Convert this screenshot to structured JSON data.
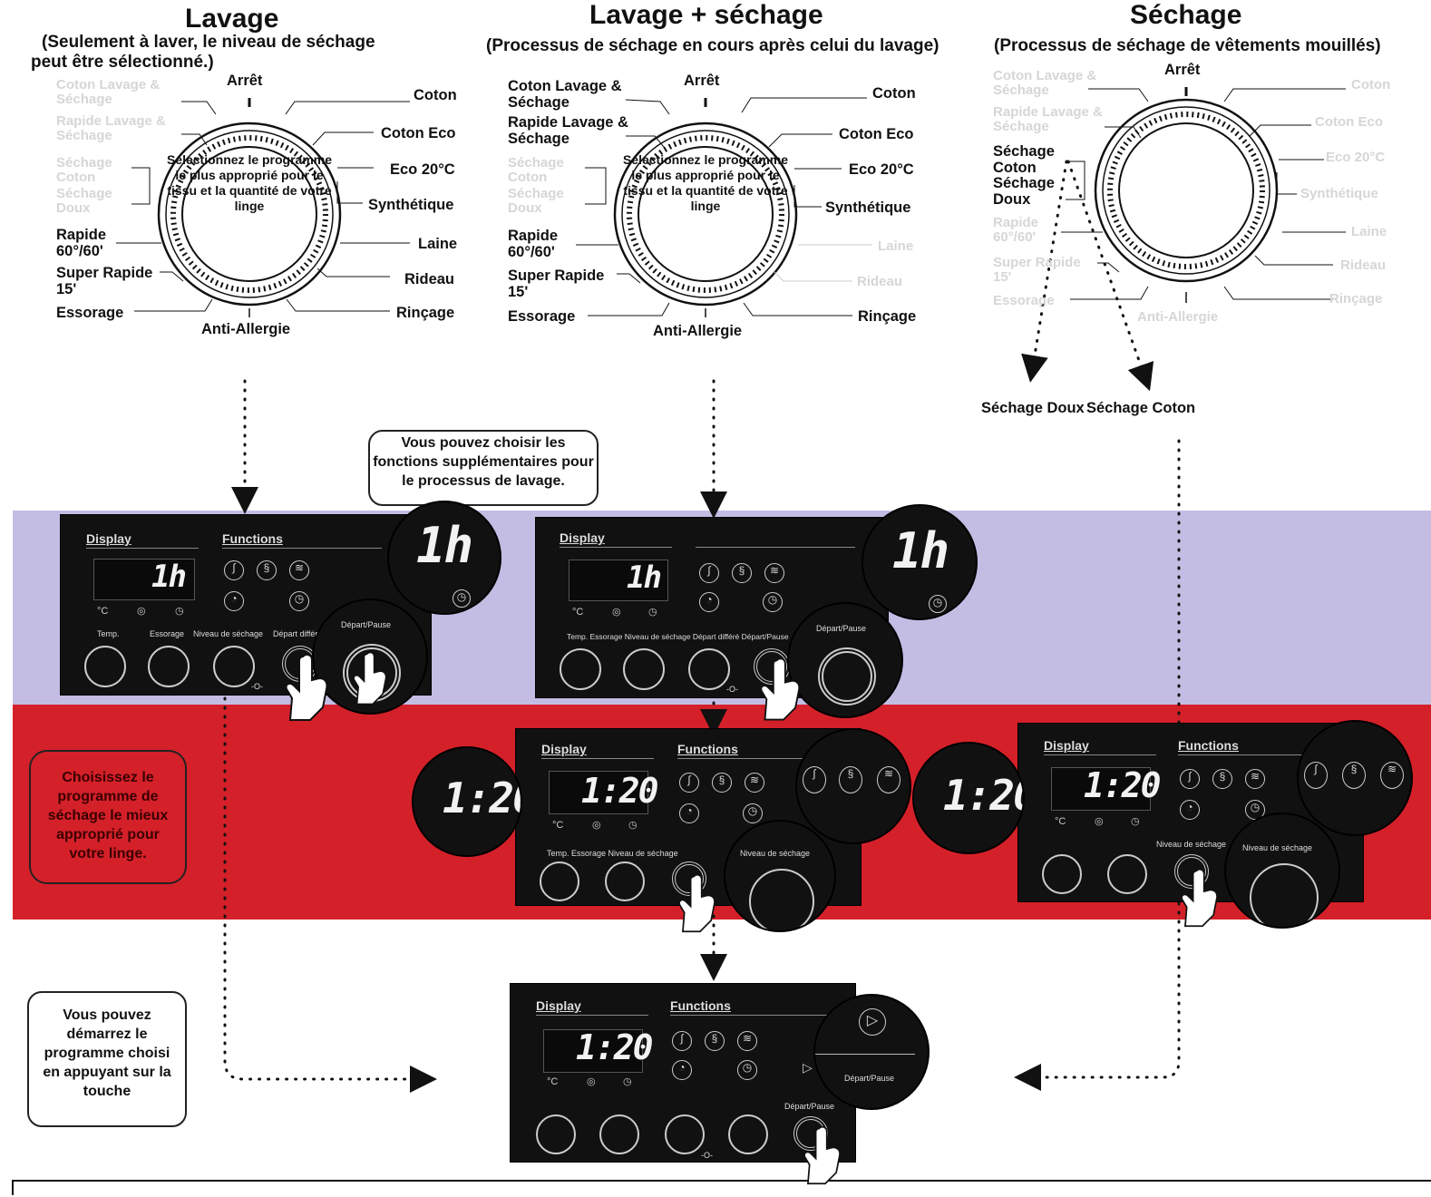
{
  "headings": {
    "lavage": {
      "title": "Lavage",
      "subtitle_line1": "(Seulement à laver, le niveau de séchage",
      "subtitle_line2": "peut être sélectionné.)"
    },
    "lavage_sechage": {
      "title": "Lavage + séchage",
      "subtitle": "(Processus de séchage en cours après celui du lavage)"
    },
    "sechage": {
      "title": "Séchage",
      "subtitle": "(Processus de séchage de vêtements mouillés)"
    }
  },
  "dial_lavage": {
    "top": "Arrêt",
    "bottom": "Anti-Allergie",
    "center_text": "Sélectionnez le programme le plus approprié pour le tissu et la quantité de votre linge",
    "right_labels": [
      "Coton",
      "Coton Eco",
      "Eco 20°C",
      "Synthétique",
      "Laine",
      "Rideau",
      "Rinçage"
    ],
    "left_labels": [
      "Rapide 60°/60'",
      "Super Rapide 15'",
      "Essorage"
    ],
    "left_faded": [
      "Coton Lavage & Séchage",
      "Rapide Lavage & Séchage",
      "Séchage Coton",
      "Séchage Doux"
    ]
  },
  "dial_lavage_sechage": {
    "top": "Arrêt",
    "bottom": "Anti-Allergie",
    "center_text": "Sélectionnez le programme le plus approprié pour le tissu et la quantité de votre linge",
    "right_labels": [
      "Coton",
      "Coton Eco",
      "Eco 20°C",
      "Synthétique",
      "Rinçage"
    ],
    "right_faded": [
      "Laine",
      "Rideau"
    ],
    "left_labels": [
      "Coton Lavage & Séchage",
      "Rapide Lavage & Séchage",
      "Rapide 60°/60'",
      "Super Rapide 15'",
      "Essorage"
    ],
    "left_faded": [
      "Séchage Coton",
      "Séchage Doux"
    ]
  },
  "dial_sechage": {
    "top": "Arrêt",
    "left_labels": [
      "Séchage Coton",
      "Séchage Doux"
    ],
    "faded": [
      "Coton Lavage & Séchage",
      "Rapide Lavage & Séchage",
      "Rapide 60°/60'",
      "Super Rapide 15'",
      "Essorage",
      "Anti-Allergie",
      "Coton",
      "Coton Eco",
      "Eco 20°C",
      "Synthétique",
      "Laine",
      "Rideau",
      "Rinçage"
    ],
    "arrow_labels": [
      "Séchage Doux",
      "Séchage Coton"
    ]
  },
  "callouts": {
    "functions": "Vous pouvez choisir les fonctions supplémentaires pour le processus de lavage.",
    "choose_drying": "Choisissez le programme de séchage le mieux approprié pour votre linge.",
    "start": "Vous pouvez démarrez le programme choisi en appuyant sur la touche"
  },
  "panel": {
    "display_label": "Display",
    "functions_label": "Functions",
    "display_1h": "1h",
    "display_120": "1:20",
    "btn_temp": "Temp.",
    "btn_essorage": "Essorage",
    "btn_niveau": "Niveau de séchage",
    "btn_depart_differe": "Départ différé",
    "btn_depart_pause": "Départ/Pause",
    "row_labels": "Temp. Essorage Niveau de séchage Départ différé Départ/Pause",
    "row_labels_short": "Temp. Essorage Niveau de séchage",
    "unit_c": "°C"
  },
  "colors": {
    "lavender_band": "#c3bde4",
    "red_band": "#d42029",
    "panel_bg": "#111111"
  }
}
